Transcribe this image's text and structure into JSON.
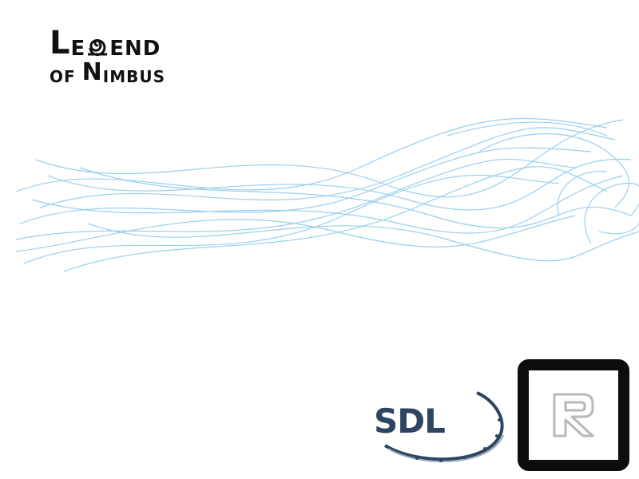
{
  "logo": {
    "line1_cap": "L",
    "line1_left": "E",
    "line1_right": "END",
    "swirl_letter": "G",
    "line2_small": "OF",
    "line2_cap": "N",
    "line2_rest": "IMBUS"
  },
  "sdl_logo": {
    "text": "SDL"
  },
  "r_logo": {
    "letter": "R"
  },
  "colors": {
    "wave": "#8fc9ee",
    "logo_text": "#111111",
    "sdl_text": "#2d4561",
    "frame": "#0d0d0d",
    "r_letter": "#b8b8b8"
  },
  "icons": [
    "swirl-icon",
    "wave-graphic",
    "sdl-orbit-arc",
    "r-letter-icon"
  ]
}
